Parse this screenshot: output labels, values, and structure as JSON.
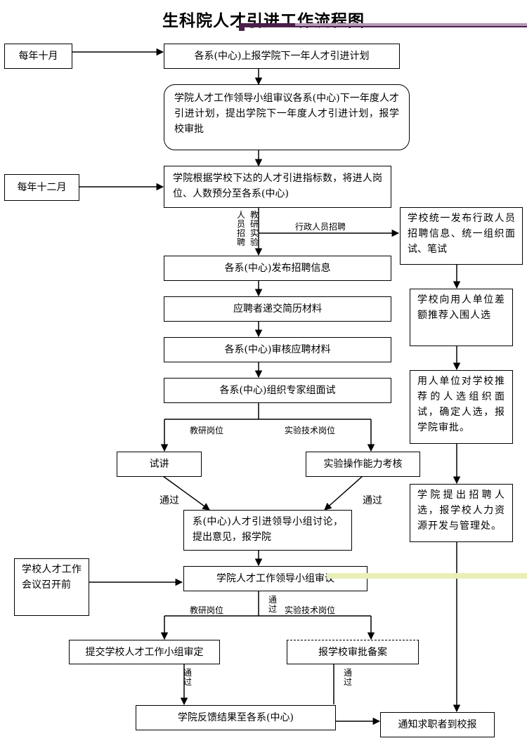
{
  "title": "生科院人才引进工作流程图",
  "side_notes": {
    "october": "每年十月",
    "december": "每年十二月",
    "meeting": "学校人才工作会议召开前"
  },
  "steps": {
    "s1": "各系(中心)上报学院下一年人才引进计划",
    "s2": "学院人才工作领导小组审议各系(中心)下一年度人才引进计划，提出学院下一年度人才引进计划，报学校审批",
    "s3": "学院根据学校下达的人才引进指标数，将进人岗位、人数预分至各系(中心)",
    "s4": "各系(中心)发布招聘信息",
    "s5": "应聘者递交简历材料",
    "s6": "各系(中心)审核应聘材料",
    "s7": "各系(中心)组织专家组面试",
    "trial": "试讲",
    "lab_test": "实验操作能力考核",
    "s8": "系(中心)人才引进领导小组讨论，提出意见，报学院",
    "s9": "学院人才工作领导小组审议",
    "submit": "提交学校人才工作小组审定",
    "record": "报学校审批备案",
    "feedback": "学院反馈结果至各系(中心)",
    "notify": "通知求职者到校报"
  },
  "admin_steps": {
    "a1": "学校统一发布行政人员招聘信息、统一组织面试、笔试",
    "a2": "学校向用人单位差额推荐入围人选",
    "a3": "用人单位对学校推荐的人选组织面试，确定人选，报学院审批。",
    "a4": "学院提出招聘人选，报学校人力资源开发与管理处。"
  },
  "labels": {
    "staff_recruit": "人员招聘",
    "teach_research_lab": "教研实验",
    "admin_recruit": "行政人员招聘",
    "teaching_post": "教研岗位",
    "lab_post": "实验技术岗位",
    "pass": "通过"
  }
}
